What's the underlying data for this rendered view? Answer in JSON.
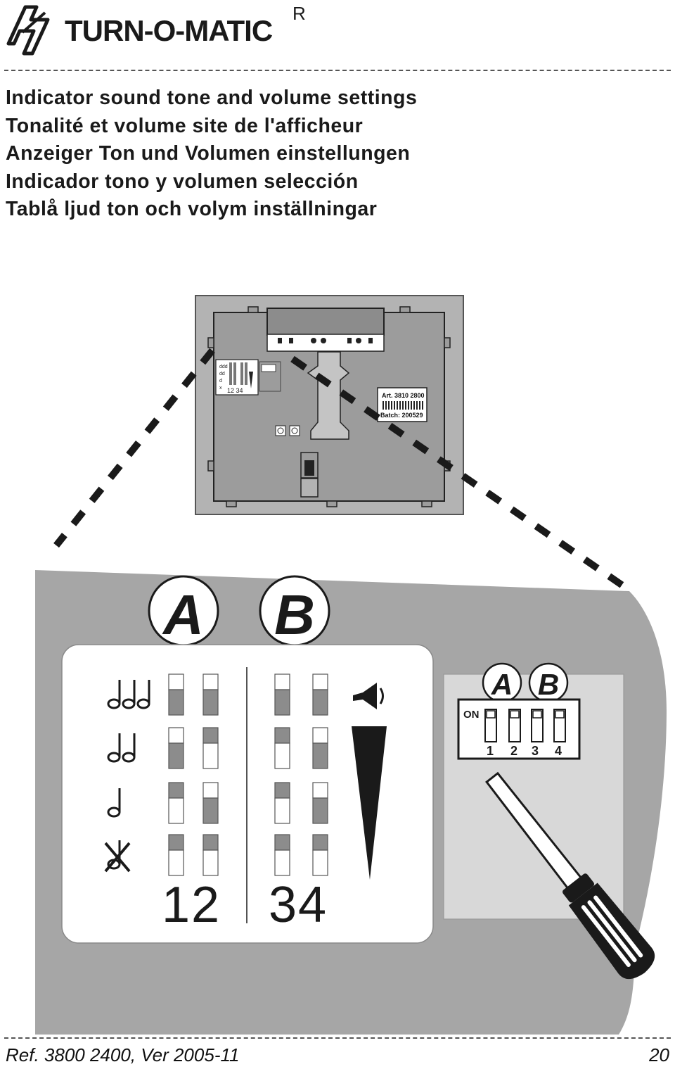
{
  "brand": {
    "name": "TURN-O-MATIC",
    "registered_mark": "R"
  },
  "titles": [
    "Indicator sound tone and volume settings",
    "Tonalité et volume site de l'afficheur",
    "Anzeiger Ton und Volumen einstellungen",
    "Indicador tono y volumen selección",
    "Tablå ljud ton och volym inställningar"
  ],
  "device": {
    "art_label": "Art. 3810 2800",
    "batch_label": "Batch: 200529"
  },
  "panel": {
    "label_a": "A",
    "label_b": "B",
    "switch_numbers_left": "12",
    "switch_numbers_right": "34"
  },
  "dip_switch": {
    "label_a": "A",
    "label_b": "B",
    "on_label": "ON",
    "numbers": [
      "1",
      "2",
      "3",
      "4"
    ]
  },
  "footer": {
    "ref": "Ref. 3800 2400, Ver 2005-11",
    "page": "20"
  },
  "colors": {
    "panel_gray": "#a6a6a6",
    "device_gray": "#b3b3b3",
    "switch_dark": "#8c8c8c",
    "ink": "#1a1a1a"
  }
}
